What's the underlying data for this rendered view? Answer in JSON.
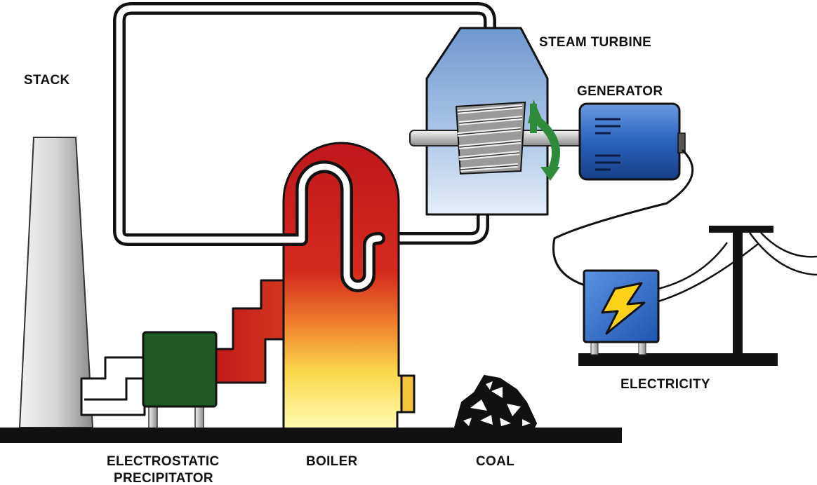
{
  "labels": {
    "stack": "STACK",
    "steam_turbine": "STEAM TURBINE",
    "generator": "GENERATOR",
    "electricity": "ELECTRICITY",
    "precipitator_line1": "ELECTROSTATIC",
    "precipitator_line2": "PRECIPITATOR",
    "boiler": "BOILER",
    "coal": "COAL"
  },
  "icons": [
    "lightning-bolt-icon",
    "rotation-arrow-icon"
  ],
  "colors": {
    "outline": "#111111",
    "pipe": "#ffffff",
    "turbine_casing": "#7fa6d6",
    "generator_body": "#2f66bf",
    "precipitator": "#1f5a24",
    "boiler_red": "#c81e1e",
    "flame_yellow": "#fff06a",
    "electric_box": "#2f6fd0",
    "bolt": "#ffd21a",
    "rotation_arrow": "#2e8b3a"
  }
}
